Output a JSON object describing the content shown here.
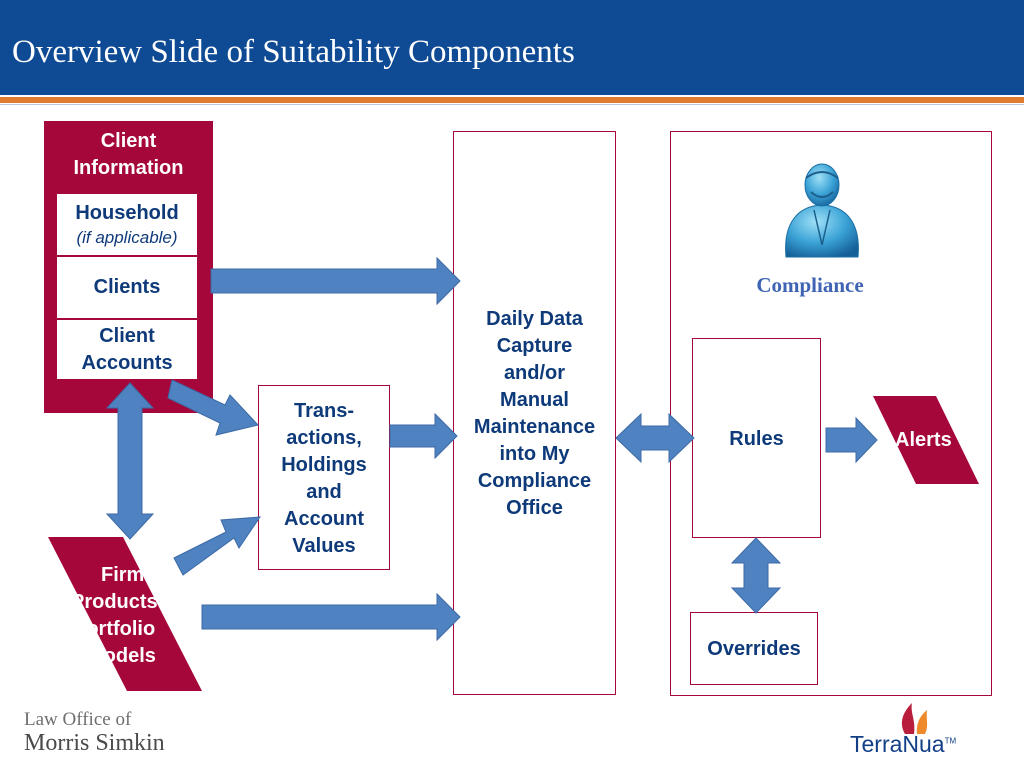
{
  "slide": {
    "title": "Overview Slide of Suitability Components"
  },
  "client_information": {
    "title_line1": "Client",
    "title_line2": "Information",
    "household": {
      "label": "Household",
      "note": "(if applicable)"
    },
    "clients": "Clients",
    "accounts_line1": "Client",
    "accounts_line2": "Accounts"
  },
  "firm_products": {
    "line1": "Firm",
    "line2": "Products",
    "line3": "Portfolio",
    "line4": "Models"
  },
  "transactions": {
    "line1": "Trans-",
    "line2": "actions,",
    "line3": "Holdings",
    "line4": "and",
    "line5": "Account",
    "line6": "Values"
  },
  "daily_capture": {
    "line1": "Daily Data",
    "line2": "Capture",
    "line3": "and/or",
    "line4": "Manual",
    "line5": "Maintenance",
    "line6": "into My",
    "line7": "Compliance",
    "line8": "Office"
  },
  "compliance": {
    "label": "Compliance",
    "icon": "compliance-person-icon",
    "rules": "Rules",
    "overrides": "Overrides",
    "alerts": "Alerts"
  },
  "footer": {
    "law_office": "Law Office of",
    "name": "Morris Simkin",
    "logo": "TerraNua",
    "tm": "TM"
  },
  "colors": {
    "header_blue": "#0f4a94",
    "accent_orange": "#e07a2e",
    "crimson": "#a6073a",
    "arrow_blue": "#4f82c0",
    "text_navy": "#0e3a7a"
  }
}
